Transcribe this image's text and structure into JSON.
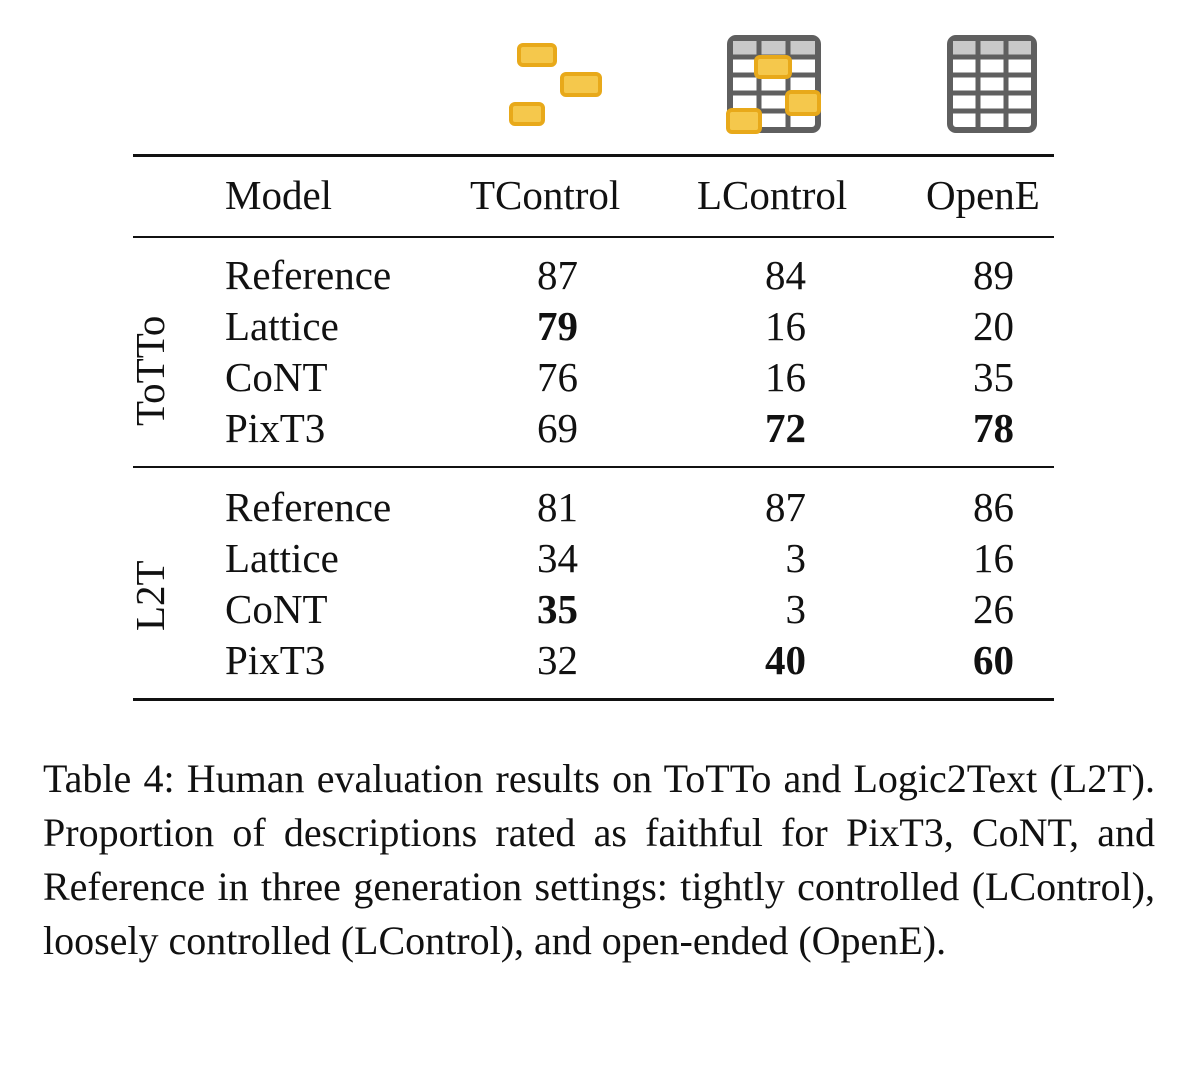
{
  "table": {
    "headers": [
      "Model",
      "TControl",
      "LControl",
      "OpenE"
    ],
    "groups": [
      {
        "label": "ToTTo",
        "rows": [
          {
            "model": "Reference",
            "values": [
              "87",
              "84",
              "89"
            ]
          },
          {
            "model": "Lattice",
            "values": [
              "79",
              "16",
              "20"
            ]
          },
          {
            "model": "CoNT",
            "values": [
              "76",
              "16",
              "35"
            ]
          },
          {
            "model": "PixT3",
            "values": [
              "69",
              "72",
              "78"
            ]
          }
        ]
      },
      {
        "label": "L2T",
        "rows": [
          {
            "model": "Reference",
            "values": [
              "81",
              "87",
              "86"
            ]
          },
          {
            "model": "Lattice",
            "values": [
              "34",
              "3",
              "16"
            ]
          },
          {
            "model": "CoNT",
            "values": [
              "35",
              "3",
              "26"
            ]
          },
          {
            "model": "PixT3",
            "values": [
              "32",
              "40",
              "60"
            ]
          }
        ]
      }
    ],
    "bold_cells": [
      "ToTTo.Lattice.TControl",
      "ToTTo.PixT3.LControl",
      "ToTTo.PixT3.OpenE",
      "L2T.CoNT.TControl",
      "L2T.PixT3.LControl",
      "L2T.PixT3.OpenE"
    ]
  },
  "icons": [
    {
      "column": "TControl",
      "name": "scattered-cells-icon"
    },
    {
      "column": "LControl",
      "name": "table-highlighted-cells-icon"
    },
    {
      "column": "OpenE",
      "name": "full-table-icon"
    }
  ],
  "colors": {
    "highlight_fill": "#f5c84c",
    "highlight_stroke": "#e8a91a",
    "table_gray": "#5f5f5f",
    "header_gray": "#c9c9c9"
  },
  "caption": "Table 4:  Human evaluation results on ToTTo and Logic2Text (L2T). Proportion of descriptions rated as faithful for PixT3, CoNT, and Reference in three generation settings: tightly controlled (LControl), loosely controlled (LControl), and open-ended (OpenE)."
}
